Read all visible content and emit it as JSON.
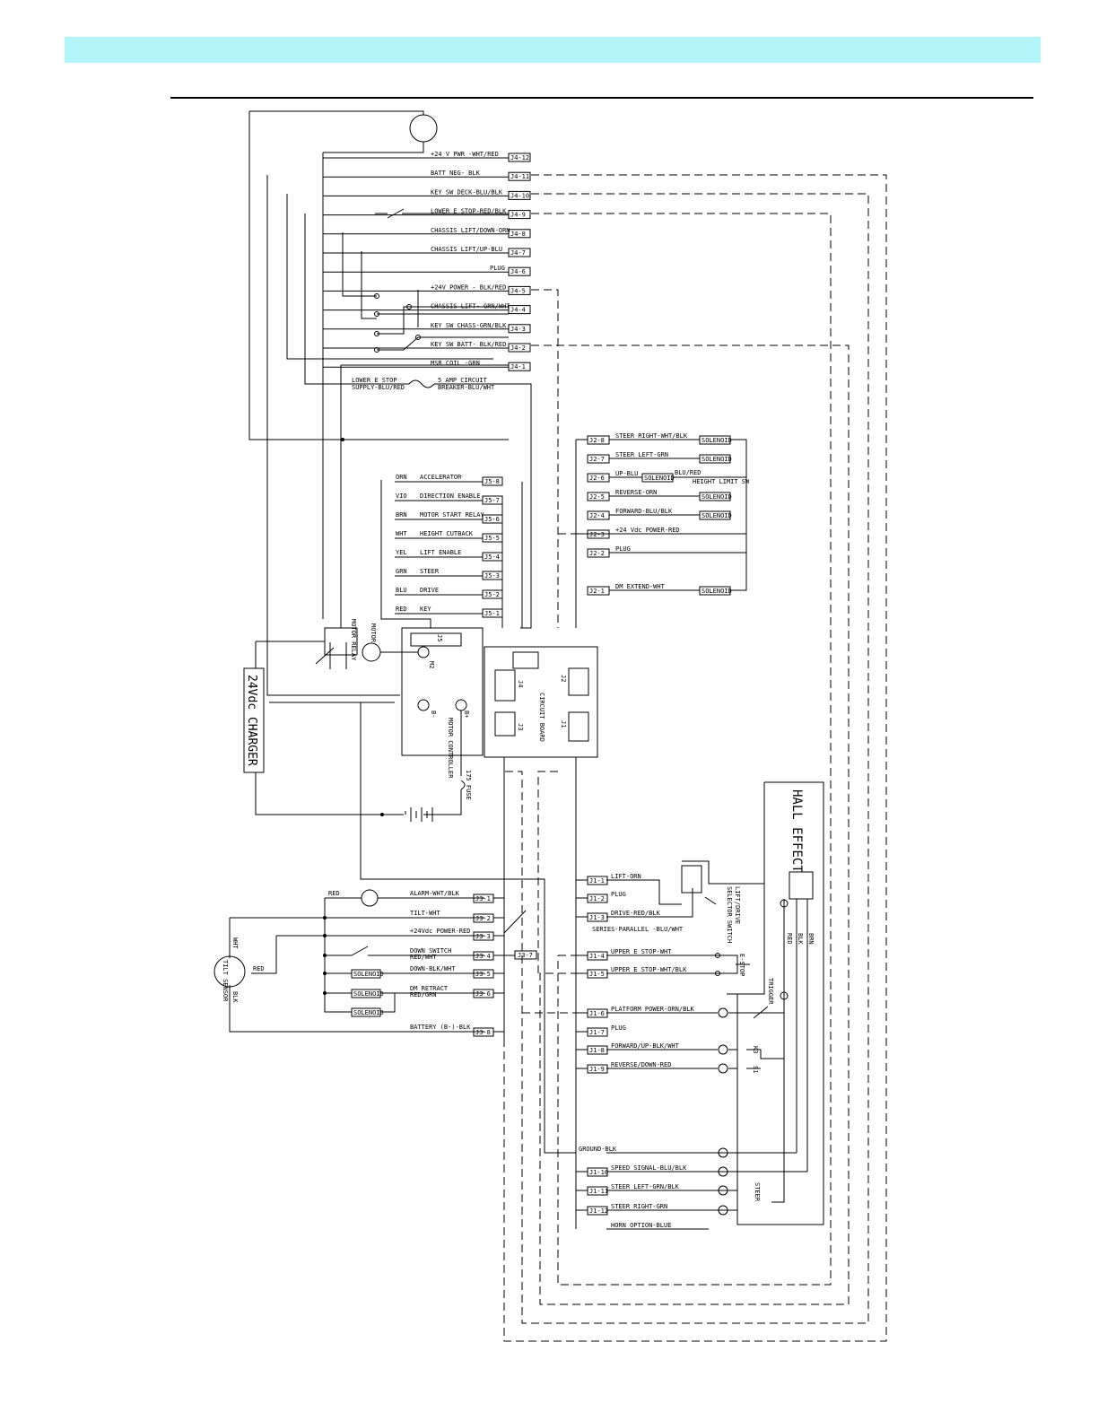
{
  "page": {
    "banner_color": "#b3f5fb"
  },
  "schematic": {
    "j4": [
      {
        "label": "+24 V PWR -WHT/RED",
        "pin": "J4-12"
      },
      {
        "label": "BATT NEG- BLK",
        "pin": "J4-11"
      },
      {
        "label": "KEY SW DECK-BLU/BLK",
        "pin": "J4-10"
      },
      {
        "label": "LOWER E STOP-RED/BLK",
        "pin": "J4-9"
      },
      {
        "label": "CHASSIS LIFT/DOWN-ORN",
        "pin": "J4-8"
      },
      {
        "label": "CHASSIS LIFT/UP-BLU",
        "pin": "J4-7"
      },
      {
        "label": "PLUG",
        "pin": "J4-6"
      },
      {
        "label": "+24V POWER - BLK/RED",
        "pin": "J4-5"
      },
      {
        "label": "CHASSIS LIFT- GRN/WHT",
        "pin": "J4-4"
      },
      {
        "label": "KEY SW CHASS-GRN/BLK",
        "pin": "J4-3"
      },
      {
        "label": "KEY SW BATT- BLK/RED",
        "pin": "J4-2"
      },
      {
        "label": "MSR COIL -GRN",
        "pin": "J4-1"
      }
    ],
    "lower_e_stop": "LOWER E STOP",
    "lower_e_stop_2": "SUPPLY-BLU/RED",
    "breaker": "5 AMP CIRCUIT",
    "breaker_2": "BREAKER-BLU/WHT",
    "j2": [
      {
        "pin": "J2-8",
        "label": "STEER RIGHT-WHT/BLK",
        "solenoid": "SOLENOID"
      },
      {
        "pin": "J2-7",
        "label": "STEER LEFT-GRN",
        "solenoid": "SOLENOID"
      },
      {
        "pin": "J2-6",
        "label": "UP-BLU",
        "solenoid": "SOLENOID"
      },
      {
        "pin": "J2-5",
        "label": "REVERSE-ORN",
        "solenoid": "SOLENOID"
      },
      {
        "pin": "J2-4",
        "label": "FORWARD-BLU/BLK",
        "solenoid": "SOLENOID"
      },
      {
        "pin": "J2-3",
        "label": "+24 Vdc POWER-RED",
        "solenoid": ""
      },
      {
        "pin": "J2-2",
        "label": "PLUG",
        "solenoid": ""
      },
      {
        "pin": "J2-1",
        "label": "DM EXTEND-WHT",
        "solenoid": "SOLENOID"
      }
    ],
    "blu_red": "BLU/RED",
    "height_limit_sw": "HEIGHT LIMIT SW",
    "j5": [
      {
        "color": "ORN",
        "label": "ACCELERATOR",
        "pin": "J5-8"
      },
      {
        "color": "VIO",
        "label": "DIRECTION ENABLE",
        "pin": "J5-7"
      },
      {
        "color": "BRN",
        "label": "MOTOR START RELAY",
        "pin": "J5-6"
      },
      {
        "color": "WHT",
        "label": "HEIGHT CUTBACK",
        "pin": "J5-5"
      },
      {
        "color": "YEL",
        "label": "LIFT ENABLE",
        "pin": "J5-4"
      },
      {
        "color": "GRN",
        "label": "STEER",
        "pin": "J5-3"
      },
      {
        "color": "BLU",
        "label": "DRIVE",
        "pin": "J5-2"
      },
      {
        "color": "RED",
        "label": "KEY",
        "pin": "J5-1"
      }
    ],
    "motor_relay": "MOTOR RELAY",
    "motor": "MOTOR",
    "charger": "24Vdc CHARGER",
    "motor_controller": "MOTOR CONTROLLER",
    "circuit_board": "CIRCUIT BOARD",
    "j5_conn": "J5",
    "m2": "M2",
    "b_minus": "B-",
    "b_plus": "B+",
    "j1_conn": "J1",
    "j2_conn": "J2",
    "j3_conn": "J3",
    "j4_conn": "J4",
    "fuse": "175 FUSE",
    "hall_effect": "HALL EFFECT",
    "j3": [
      {
        "label": "ALARM-WHT/BLK",
        "pin": "J3-1"
      },
      {
        "label": "TILT-WHT",
        "pin": "J3-2"
      },
      {
        "label": "+24Vdc POWER-RED",
        "pin": "J3-3"
      },
      {
        "label": "DOWN SWITCH",
        "sub": "RED/WHT",
        "pin": "J3-4"
      },
      {
        "label": "DOWN-BLK/WHT",
        "pin": "J3-5"
      },
      {
        "label": "DM RETRACT",
        "sub": "RED/GRN",
        "pin": "J3-6"
      },
      {
        "label": "BATTERY (B-)-BLK",
        "pin": "J3-8"
      }
    ],
    "j3_7": "J3-7",
    "red": "RED",
    "tilt_sensor": "TILT SENSOR",
    "wht": "WHT",
    "blk": "BLK",
    "solenoid": "SOLENOID",
    "j1": [
      {
        "pin": "J1-1",
        "label": "LIFT-ORN"
      },
      {
        "pin": "J1-2",
        "label": "PLUG"
      },
      {
        "pin": "J1-3",
        "label": "DRIVE-RED/BLK"
      },
      {
        "pin": "",
        "label": "SERIES-PARALLEL -BLU/WHT"
      },
      {
        "pin": "J1-4",
        "label": "UPPER E STOP-WHT"
      },
      {
        "pin": "J1-5",
        "label": "UPPER E STOP-WHT/BLK"
      },
      {
        "pin": "J1-6",
        "label": "PLATFORM POWER-ORN/BLK"
      },
      {
        "pin": "J1-7",
        "label": "PLUG"
      },
      {
        "pin": "J1-8",
        "label": "FORWARD/UP-BLK/WHT"
      },
      {
        "pin": "J1-9",
        "label": "REVERSE/DOWN-RED"
      },
      {
        "pin": "",
        "label": "GROUND-BLK"
      },
      {
        "pin": "J1-10",
        "label": "SPEED SIGNAL-BLU/BLK"
      },
      {
        "pin": "J1-11",
        "label": "STEER LEFT-GRN/BLK"
      },
      {
        "pin": "J1-12",
        "label": "STEER RIGHT-GRN"
      },
      {
        "pin": "",
        "label": "HORN OPTION-BLUE"
      }
    ],
    "lift_drive": "LIFT/DRIVE",
    "selector_switch": "SELECTOR SWITCH",
    "e_stop": "E-STOP",
    "trigger": "TRIGGER",
    "steer": "STEER",
    "k3": "K3",
    "s1": "S1",
    "hall_wires": [
      "RED",
      "BLK",
      "BRN"
    ]
  }
}
